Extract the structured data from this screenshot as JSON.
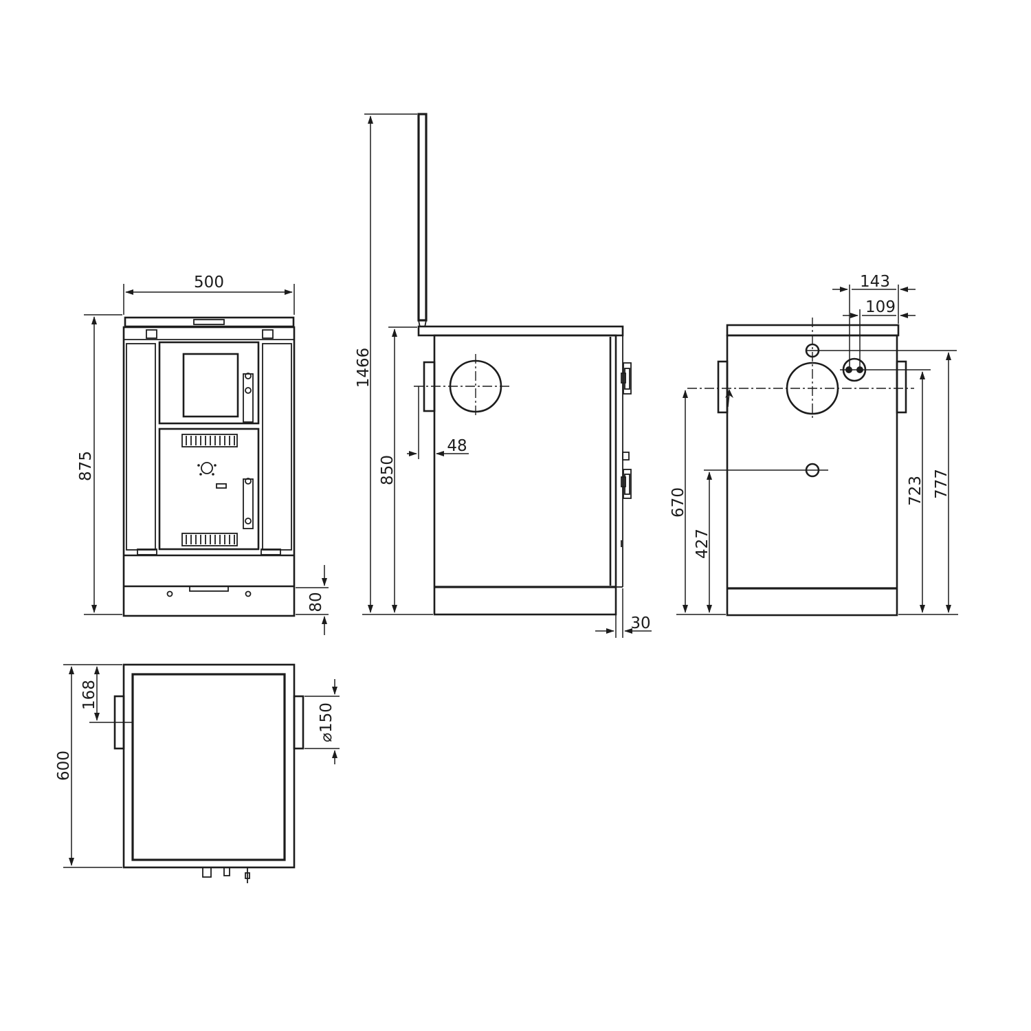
{
  "dimensions": {
    "front_width": "500",
    "front_height": "875",
    "front_plinth": "80",
    "side_total_height": "1466",
    "side_height": "850",
    "side_flue_offset": "48",
    "side_door_depth": "30",
    "rear_offset_outer": "143",
    "rear_offset_inner": "109",
    "rear_flue_height": "670",
    "rear_lower_height": "427",
    "rear_upper_height": "723",
    "rear_top_height": "777",
    "top_depth": "600",
    "top_flue_offset": "168",
    "top_flue_diameter": "⌀150"
  }
}
